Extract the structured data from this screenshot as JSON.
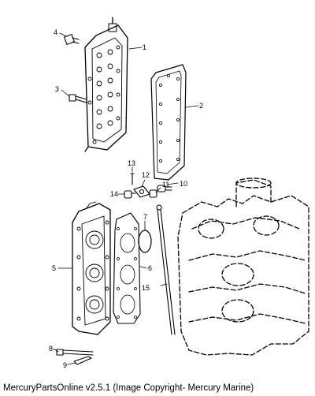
{
  "diagram": {
    "part_numbers": [
      "1",
      "2",
      "3",
      "4",
      "5",
      "6",
      "7",
      "8",
      "9",
      "10",
      "11",
      "12",
      "13",
      "14",
      "15"
    ]
  },
  "footer": {
    "text": "MercuryPartsOnline v2.5.1 (Image Copyright- Mercury Marine)"
  }
}
